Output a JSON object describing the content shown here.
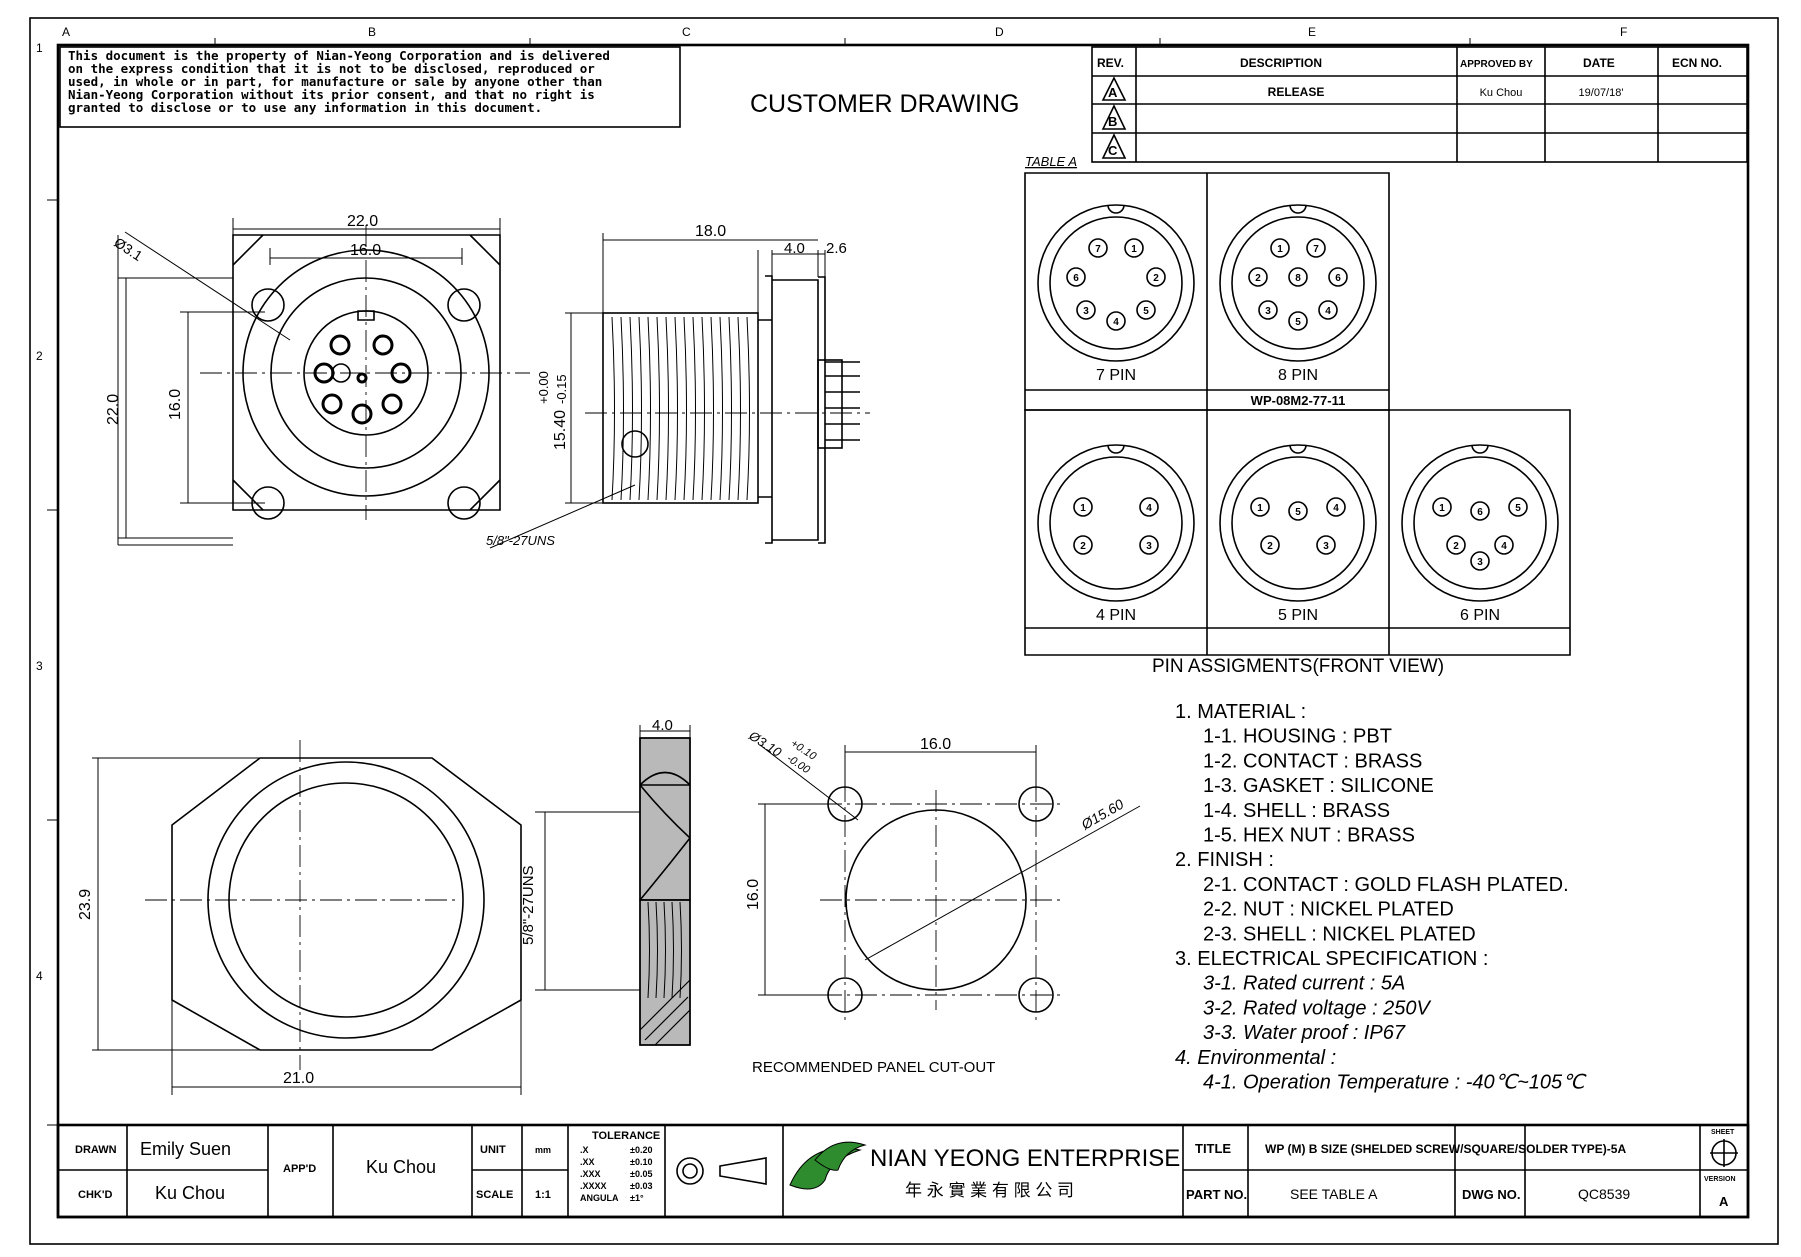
{
  "border": {
    "cols": [
      "A",
      "B",
      "C",
      "D",
      "E",
      "F"
    ],
    "rows": [
      "1",
      "2",
      "3",
      "4"
    ]
  },
  "notice": [
    "This document is the property of Nian-Yeong Corporation and is delivered",
    "on the express condition that it is not to be disclosed, reproduced or",
    "used, in whole or in part, for manufacture or sale by anyone other than",
    "Nian-Yeong Corporation without its prior consent, and that no right is",
    "granted to disclose or to use any information in this document."
  ],
  "drawing_title": "CUSTOMER DRAWING",
  "revision_table": {
    "headers": {
      "rev": "REV.",
      "description": "DESCRIPTION",
      "approved": "APPROVED BY",
      "date": "DATE",
      "ecn": "ECN NO."
    },
    "rows": [
      {
        "rev": "A",
        "description": "RELEASE",
        "approved": "Ku Chou",
        "date": "19/07/18'",
        "ecn": ""
      },
      {
        "rev": "B",
        "description": "",
        "approved": "",
        "date": "",
        "ecn": ""
      },
      {
        "rev": "C",
        "description": "",
        "approved": "",
        "date": "",
        "ecn": ""
      }
    ]
  },
  "table_a": {
    "label": "TABLE A",
    "cells": [
      {
        "name": "7 PIN",
        "pins": [
          "7",
          "1",
          "6",
          "2",
          "3",
          "5",
          "4"
        ]
      },
      {
        "name": "8 PIN",
        "pins": [
          "1",
          "7",
          "2",
          "8",
          "6",
          "3",
          "4",
          "5"
        ]
      },
      {
        "name": "4 PIN",
        "pins": [
          "1",
          "4",
          "2",
          "3"
        ]
      },
      {
        "name": "5 PIN",
        "pins": [
          "1",
          "5",
          "4",
          "2",
          "3"
        ]
      },
      {
        "name": "6 PIN",
        "pins": [
          "1",
          "6",
          "5",
          "2",
          "4",
          "3"
        ]
      }
    ],
    "part_number": "WP-08M2-77-11",
    "caption": "PIN ASSIGMENTS(FRONT VIEW)"
  },
  "dimensions": {
    "front_width_outer": "22.0",
    "front_width_inner": "16.0",
    "front_height_outer": "22.0",
    "front_height_inner": "16.0",
    "hole_dia": "Ø3.1",
    "side_length": "18.0",
    "side_flange": "4.0",
    "side_tail": "2.6",
    "thread_dia": "15.40",
    "thread_tol_upper": "+0.00",
    "thread_tol_lower": "-0.15",
    "thread": "5/8\"-27UNS",
    "nut_height": "23.9",
    "nut_width": "21.0",
    "nut_thickness": "4.0",
    "nut_thread": "5/8\"-27UNS",
    "cutout_pitch_h": "16.0",
    "cutout_pitch_v": "16.0",
    "cutout_hole": "Ø3.10",
    "cutout_hole_tol_upper": "+0.10",
    "cutout_hole_tol_lower": "-0.00",
    "cutout_dia": "Ø15.60",
    "cutout_caption": "RECOMMENDED PANEL CUT-OUT"
  },
  "specs": [
    {
      "text": "1. MATERIAL :",
      "indent": 0
    },
    {
      "text": "1-1. HOUSING : PBT",
      "indent": 1
    },
    {
      "text": "1-2. CONTACT : BRASS",
      "indent": 1
    },
    {
      "text": "1-3. GASKET : SILICONE",
      "indent": 1
    },
    {
      "text": "1-4. SHELL : BRASS",
      "indent": 1
    },
    {
      "text": "1-5. HEX NUT : BRASS",
      "indent": 1
    },
    {
      "text": "2. FINISH :",
      "indent": 0
    },
    {
      "text": "2-1. CONTACT : GOLD FLASH PLATED.",
      "indent": 1
    },
    {
      "text": "2-2. NUT : NICKEL PLATED",
      "indent": 1
    },
    {
      "text": "2-3. SHELL : NICKEL PLATED",
      "indent": 1
    },
    {
      "text": "3. ELECTRICAL SPECIFICATION :",
      "indent": 0
    },
    {
      "text": "3-1. Rated current : 5A",
      "indent": 1
    },
    {
      "text": "3-2. Rated voltage : 250V",
      "indent": 1
    },
    {
      "text": "3-3. Water proof : IP67",
      "indent": 1
    },
    {
      "text": "4. Environmental :",
      "indent": 0
    },
    {
      "text": "4-1. Operation Temperature : -40℃~105℃",
      "indent": 1
    }
  ],
  "title_block": {
    "drawn_label": "DRAWN",
    "drawn": "Emily Suen",
    "chkd_label": "CHK'D",
    "chkd": "Ku Chou",
    "appd_label": "APP'D",
    "appd": "Ku Chou",
    "unit_label": "UNIT",
    "unit": "mm",
    "scale_label": "SCALE",
    "scale": "1:1",
    "tolerance_label": "TOLERANCE",
    "tolerances": [
      {
        "k": ".X",
        "v": "±0.20"
      },
      {
        "k": ".XX",
        "v": "±0.10"
      },
      {
        "k": ".XXX",
        "v": "±0.05"
      },
      {
        "k": ".XXXX",
        "v": "±0.03"
      },
      {
        "k": "ANGULA",
        "v": "±1°"
      }
    ],
    "company": "NIAN YEONG ENTERPRISE",
    "company_cn": "年 永 實 業 有 限 公 司",
    "title_label": "TITLE",
    "title": "WP (M) B SIZE (SHELDED SCREW/SQUARE/SOLDER TYPE)-5A",
    "partno_label": "PART NO.",
    "partno": "SEE TABLE A",
    "dwg_label": "DWG NO.",
    "dwg": "QC8539",
    "sheet_label": "SHEET",
    "version_label": "VERSION",
    "version": "A"
  },
  "colors": {
    "logo_green": "#2e8b2e",
    "section_fill": "#b9b9b9"
  }
}
